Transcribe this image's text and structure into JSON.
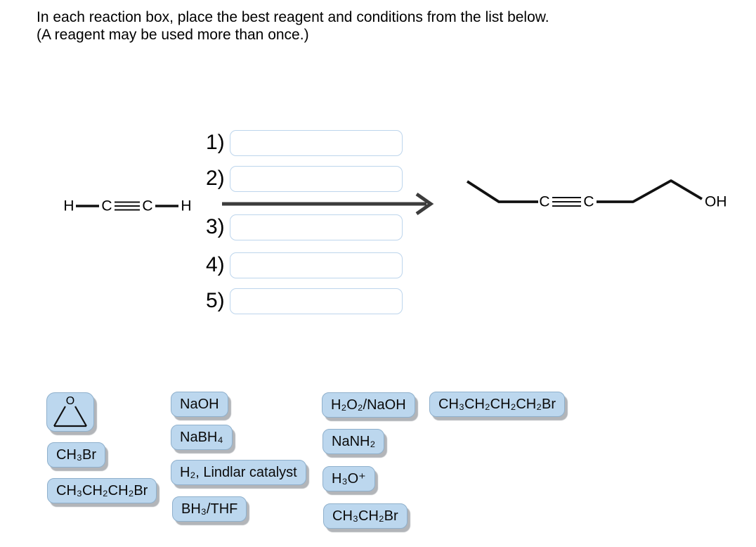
{
  "question": {
    "prompt_line1": "In each reaction box, place the best reagent and conditions from the list below.",
    "prompt_line2": "(A reagent may be used more than once.)"
  },
  "reaction": {
    "reactant": {
      "left_h": "H",
      "left_c": "C",
      "right_c": "C",
      "right_h": "H"
    },
    "product": {
      "left_c": "C",
      "right_c": "C",
      "hydroxyl": "OH"
    },
    "steps": [
      {
        "label": "1)",
        "value": ""
      },
      {
        "label": "2)",
        "value": ""
      },
      {
        "label": "3)",
        "value": ""
      },
      {
        "label": "4)",
        "value": ""
      },
      {
        "label": "5)",
        "value": ""
      }
    ]
  },
  "reagents": [
    {
      "type": "structure",
      "name": "epoxide",
      "atom": "O"
    },
    {
      "label": "CH₃Br"
    },
    {
      "label": "CH₃CH₂CH₂Br"
    },
    {
      "label": "NaOH"
    },
    {
      "label": "NaBH₄"
    },
    {
      "label": "H₂, Lindlar catalyst"
    },
    {
      "label": "BH₃/THF"
    },
    {
      "label": "H₂O₂/NaOH"
    },
    {
      "label": "NaNH₂"
    },
    {
      "label": "H₃O⁺"
    },
    {
      "label": "CH₃CH₂Br"
    },
    {
      "label": "CH₃CH₂CH₂CH₂Br"
    }
  ],
  "colors": {
    "chip_fill": "#bcd7ee",
    "chip_border": "#8fb0cc",
    "chip_shadow": "#b2b5b9",
    "input_border": "#bdd5ec",
    "arrow": "#3c3c3c",
    "bond": "#111111",
    "text": "#000000",
    "background": "#ffffff"
  }
}
